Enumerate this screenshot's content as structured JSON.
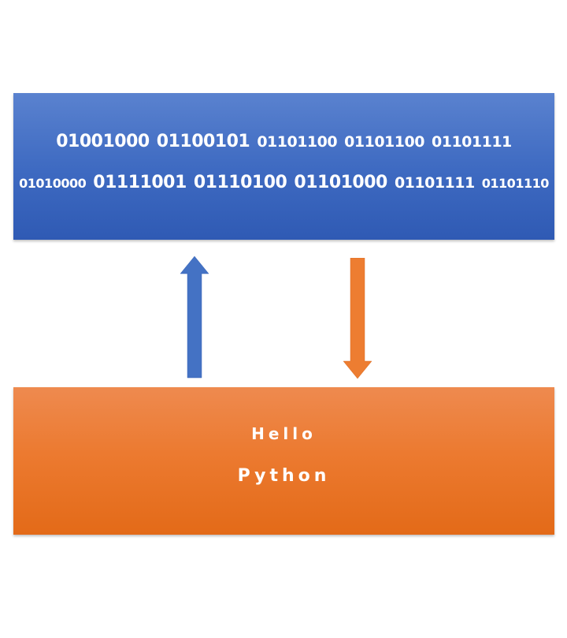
{
  "binary_box": {
    "color": "#4472c4",
    "lines": [
      [
        "01001000",
        "01100101",
        "01101100",
        "01101100",
        "01101111"
      ],
      [
        "01010000",
        "01111001",
        "01110100",
        "01101000",
        "01101111",
        "01101110"
      ]
    ]
  },
  "text_box": {
    "color": "#ed7d31",
    "word1": "Hello",
    "word2": "Python"
  },
  "arrows": {
    "up_color": "#4472c4",
    "down_color": "#ed7d31"
  }
}
